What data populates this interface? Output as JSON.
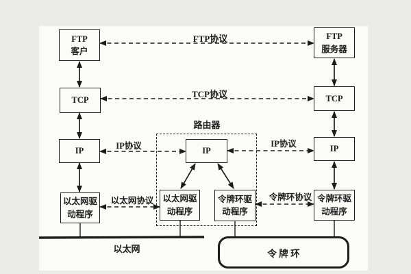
{
  "diagram": {
    "colors": {
      "line": "#1c1c1c",
      "paper": "#fbfbf9",
      "background": "#ebebea"
    },
    "left_stack": {
      "ftp_client": {
        "line1": "FTP",
        "line2": "客户"
      },
      "tcp": "TCP",
      "ip": "IP",
      "eth_driver": {
        "line1": "以太网驱",
        "line2": "动程序"
      }
    },
    "router": {
      "title": "路由器",
      "ip": "IP",
      "eth_driver": {
        "line1": "以太网驱",
        "line2": "动程序"
      },
      "token_driver": {
        "line1": "令牌环驱",
        "line2": "动程序"
      }
    },
    "right_stack": {
      "ftp_server": {
        "line1": "FTP",
        "line2": "服务器"
      },
      "tcp": "TCP",
      "ip": "IP",
      "token_driver": {
        "line1": "令牌环驱",
        "line2": "动程序"
      }
    },
    "protocol_labels": {
      "ftp": "FTP协议",
      "tcp": "TCP协议",
      "ip_left": "IP协议",
      "ip_right": "IP协议",
      "ethernet": "以太网协议",
      "token_ring": "令牌环协议"
    },
    "networks": {
      "ethernet": "以太网",
      "token_ring": "令 牌 环"
    }
  }
}
